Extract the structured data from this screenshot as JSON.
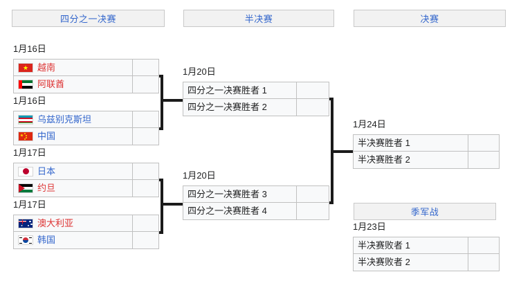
{
  "rounds": {
    "quarterfinal": "四分之一决赛",
    "semifinal": "半决赛",
    "final": "决赛",
    "third_place": "季军战"
  },
  "quarterfinals": [
    {
      "date": "1月16日",
      "teams": [
        {
          "name": "越南",
          "flag": "vietnam-flag",
          "link": "red",
          "score": ""
        },
        {
          "name": "阿联酋",
          "flag": "uae-flag",
          "link": "red",
          "score": ""
        }
      ]
    },
    {
      "date": "1月16日",
      "teams": [
        {
          "name": "乌兹别克斯坦",
          "flag": "uzbekistan-flag",
          "link": "blue",
          "score": ""
        },
        {
          "name": "中国",
          "flag": "china-flag",
          "link": "blue",
          "score": ""
        }
      ]
    },
    {
      "date": "1月17日",
      "teams": [
        {
          "name": "日本",
          "flag": "japan-flag",
          "link": "blue",
          "score": ""
        },
        {
          "name": "约旦",
          "flag": "jordan-flag",
          "link": "red",
          "score": ""
        }
      ]
    },
    {
      "date": "1月17日",
      "teams": [
        {
          "name": "澳大利亚",
          "flag": "australia-flag",
          "link": "red",
          "score": ""
        },
        {
          "name": "韩国",
          "flag": "southkorea-flag",
          "link": "blue",
          "score": ""
        }
      ]
    }
  ],
  "semifinals": [
    {
      "date": "1月20日",
      "teams": [
        {
          "name": "四分之一决赛胜者 1",
          "score": ""
        },
        {
          "name": "四分之一决赛胜者 2",
          "score": ""
        }
      ]
    },
    {
      "date": "1月20日",
      "teams": [
        {
          "name": "四分之一决赛胜者 3",
          "score": ""
        },
        {
          "name": "四分之一决赛胜者 4",
          "score": ""
        }
      ]
    }
  ],
  "final": {
    "date": "1月24日",
    "teams": [
      {
        "name": "半决赛胜者 1",
        "score": ""
      },
      {
        "name": "半决赛胜者 2",
        "score": ""
      }
    ]
  },
  "third_place_match": {
    "date": "1月23日",
    "teams": [
      {
        "name": "半决赛败者 1",
        "score": ""
      },
      {
        "name": "半决赛败者 2",
        "score": ""
      }
    ]
  },
  "colors": {
    "link_blue": "#3366cc",
    "link_red": "#dd3333",
    "header_bg": "#f2f2f2",
    "row_bg": "#f8f9fa",
    "border": "#c0c0c0",
    "bracket": "#1b1b1b"
  }
}
